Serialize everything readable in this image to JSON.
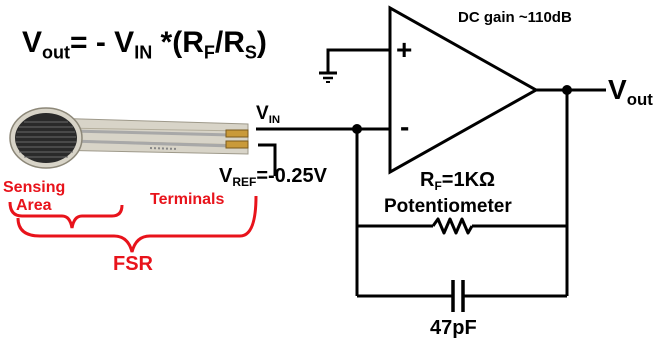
{
  "formula": {
    "v": "V",
    "out_sub": "out",
    "eq_neg": "= - V",
    "in_sub": "IN",
    "mid": " *(R",
    "f_sub": "F",
    "slash": "/R",
    "s_sub": "S",
    "close": ")"
  },
  "dc_gain": "DC gain ~110dB",
  "opamp": {
    "plus": "+",
    "minus": "-"
  },
  "vin": {
    "v": "V",
    "sub": "IN"
  },
  "vout": {
    "v": "V",
    "sub": "out"
  },
  "vref": {
    "v": "V",
    "sub": "REF",
    "value": "=-0.25V"
  },
  "rf": {
    "r": "R",
    "sub": "F",
    "value": "=1KΩ"
  },
  "potentiometer": "Potentiometer",
  "capacitor": "47pF",
  "fsr": {
    "sensing_line1": "Sensing",
    "sensing_line2": "Area",
    "terminals": "Terminals",
    "label": "FSR"
  },
  "colors": {
    "wire": "#000000",
    "label_red": "#e8131b",
    "sensor_gold": "#c99a3a",
    "sensor_dark": "#2a2a2a"
  }
}
